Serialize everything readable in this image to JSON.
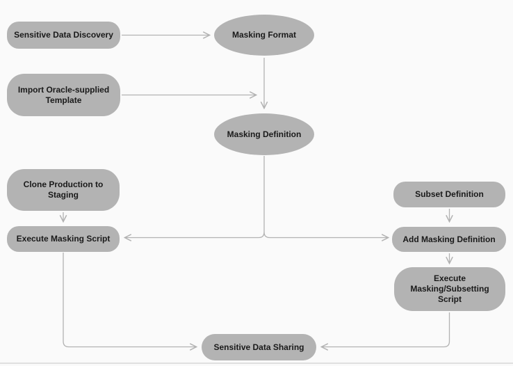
{
  "diagram": {
    "type": "flowchart",
    "nodes": {
      "sensitive_data_discovery": {
        "label": "Sensitive Data Discovery",
        "shape": "rounded-rect"
      },
      "masking_format": {
        "label": "Masking Format",
        "shape": "ellipse"
      },
      "import_template": {
        "label": [
          "Import Oracle-supplied",
          "Template"
        ],
        "shape": "rounded-rect"
      },
      "masking_definition": {
        "label": "Masking Definition",
        "shape": "ellipse"
      },
      "clone_production": {
        "label": [
          "Clone Production to",
          "Staging"
        ],
        "shape": "rounded-rect"
      },
      "execute_masking_script": {
        "label": "Execute Masking Script",
        "shape": "rounded-rect"
      },
      "subset_definition": {
        "label": "Subset Definition",
        "shape": "rounded-rect"
      },
      "add_masking_definition": {
        "label": "Add Masking Definition",
        "shape": "rounded-rect"
      },
      "execute_masking_subsetting_script": {
        "label": [
          "Execute",
          "Masking/Subsetting",
          "Script"
        ],
        "shape": "rounded-rect"
      },
      "sensitive_data_sharing": {
        "label": "Sensitive Data Sharing",
        "shape": "rounded-rect"
      }
    },
    "edges": [
      {
        "from": "sensitive_data_discovery",
        "to": "masking_format"
      },
      {
        "from": "import_template",
        "to": "masking_definition"
      },
      {
        "from": "masking_format",
        "to": "masking_definition"
      },
      {
        "from": "masking_definition",
        "to": "execute_masking_script"
      },
      {
        "from": "masking_definition",
        "to": "add_masking_definition"
      },
      {
        "from": "clone_production",
        "to": "execute_masking_script"
      },
      {
        "from": "subset_definition",
        "to": "add_masking_definition"
      },
      {
        "from": "add_masking_definition",
        "to": "execute_masking_subsetting_script"
      },
      {
        "from": "execute_masking_script",
        "to": "sensitive_data_sharing"
      },
      {
        "from": "execute_masking_subsetting_script",
        "to": "sensitive_data_sharing"
      }
    ],
    "colors": {
      "node_fill": "#b3b3b3",
      "connector": "#b2b2b2",
      "text": "#1a1a1a",
      "background": "#fafafa",
      "bottom_rule": "#d8d8d8"
    }
  }
}
